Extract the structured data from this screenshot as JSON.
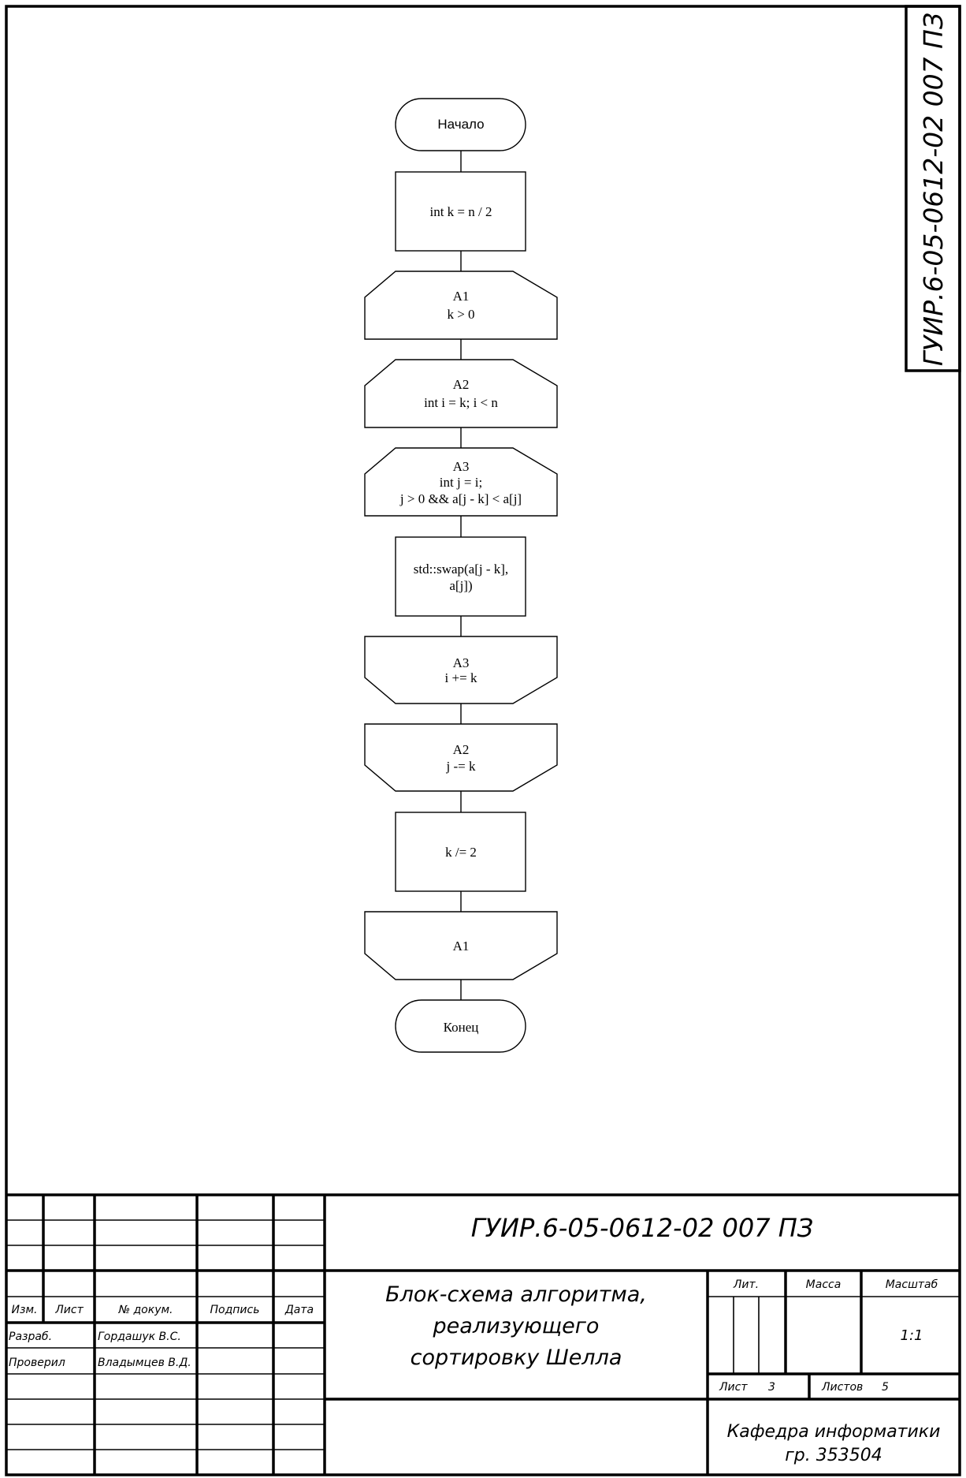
{
  "document": {
    "code": "ГУИР.6-05-0612-02 007 ПЗ",
    "title_lines": [
      "Блок-схема алгоритма,",
      "реализующего",
      "сортировку Шелла"
    ],
    "department_lines": [
      "Кафедра информатики",
      "гр. 353504"
    ]
  },
  "stamp": {
    "headers": {
      "izm": "Изм.",
      "list": "Лист",
      "doc_no": "№ докум.",
      "signature": "Подпись",
      "date": "Дата"
    },
    "rows": [
      {
        "role": "Разраб.",
        "name": "Гордашук В.С."
      },
      {
        "role": "Проверил",
        "name": "Владымцев В.Д."
      }
    ],
    "lit_label": "Лит.",
    "mass_label": "Масса",
    "scale_label": "Масштаб",
    "scale_value": "1:1",
    "sheet_label": "Лист",
    "sheet_value": "3",
    "sheets_label": "Листов",
    "sheets_value": "5"
  },
  "flowchart": {
    "start": "Начало",
    "init": "int k = n / 2",
    "loop1_open": [
      "A1",
      "k > 0"
    ],
    "loop2_open": [
      "A2",
      "int i = k; i < n"
    ],
    "loop3_open": [
      "A3",
      "int j = i;",
      "j > 0 && a[j - k] < a[j]"
    ],
    "swap": [
      "std::swap(a[j - k],",
      "a[j])"
    ],
    "loop3_close": [
      "A3",
      "i += k"
    ],
    "loop2_close": [
      "A2",
      "j -= k"
    ],
    "halve": "k /= 2",
    "loop1_close": [
      "A1"
    ],
    "end": "Конец"
  }
}
